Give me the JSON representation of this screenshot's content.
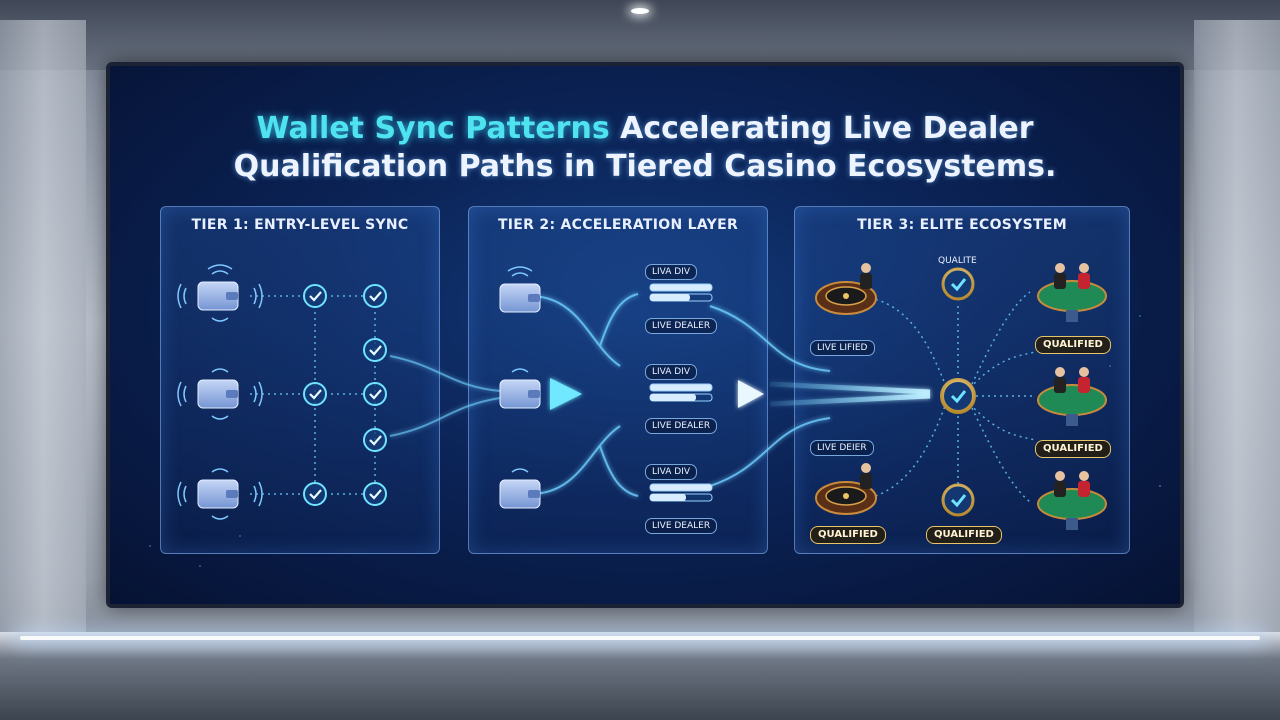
{
  "title": {
    "accent": "Wallet Sync Patterns",
    "line1_rest": " Accelerating Live Dealer",
    "line2": "Qualification Paths in Tiered Casino Ecosystems."
  },
  "tiers": [
    {
      "title": "TIER 1: ENTRY-LEVEL SYNC"
    },
    {
      "title": "TIER 2: ACCELERATION LAYER"
    },
    {
      "title": "TIER 3: ELITE ECOSYSTEM"
    }
  ],
  "tier2_cards": [
    {
      "tag": "LIVA DIV",
      "label": "LIVE DEALER"
    },
    {
      "tag": "LIVA DIV",
      "label": "LIVE DEALER"
    },
    {
      "tag": "LIVA DIV",
      "label": "LIVE DEALER"
    }
  ],
  "tier3": {
    "flow_label_top": "LIVE LIFIED",
    "flow_label_bottom": "LIVE DEIER",
    "badge_text": "QUALITE",
    "qualified_right": [
      "QUALIFIED",
      "QUALIFIED"
    ],
    "qualified_bottom": [
      "QUALIFIED",
      "QUALIFIED"
    ]
  },
  "colors": {
    "accent_cyan": "#4fe3f0",
    "flow_blue": "#6fd0ff",
    "gold": "#e8c46a",
    "table_green": "#1f8a55"
  },
  "icons": [
    "wallet-icon",
    "checkmark-icon",
    "roulette-icon",
    "dealer-table-icon",
    "badge-icon"
  ]
}
